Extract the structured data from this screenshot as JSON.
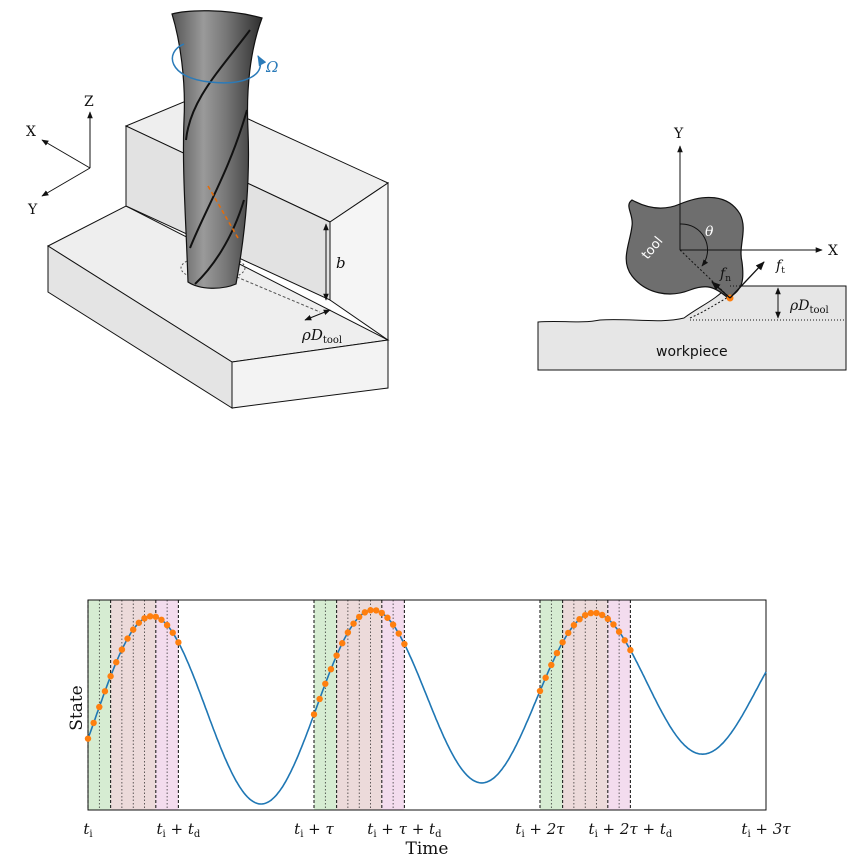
{
  "milling_3d": {
    "axes": {
      "x": "X",
      "y": "Y",
      "z": "Z"
    },
    "rotation_label": "Ω",
    "depth_label": "b",
    "radial_label_main": "ρD",
    "radial_label_sub": "tool"
  },
  "cross_section": {
    "axes": {
      "x": "X",
      "y": "Y"
    },
    "tool_label": "tool",
    "angle_label": "θ",
    "force_normal_main": "f",
    "force_normal_sub": "n",
    "force_tangential_main": "f",
    "force_tangential_sub": "t",
    "radial_label_main": "ρD",
    "radial_label_sub": "tool",
    "workpiece_label": "workpiece"
  },
  "chart_data": {
    "type": "line",
    "xlabel": "Time",
    "ylabel": "State",
    "xlim": [
      0,
      3
    ],
    "x_unit": "τ",
    "t_d_over_tau": 0.4,
    "series": [
      {
        "values_note": "",
        "color": "#1f77b4"
      }
    ],
    "ticks": [
      {
        "x": 0,
        "main": "t",
        "sub": "i",
        "rest": ""
      },
      {
        "x": 0.4,
        "main": "t",
        "sub": "i",
        "rest": " + t",
        "sub2": "d"
      },
      {
        "x": 1,
        "main": "t",
        "sub": "i",
        "rest": " + τ"
      },
      {
        "x": 1.4,
        "main": "t",
        "sub": "i",
        "rest": " + τ + t",
        "sub2": "d"
      },
      {
        "x": 2,
        "main": "t",
        "sub": "i",
        "rest": " + 2τ"
      },
      {
        "x": 2.4,
        "main": "t",
        "sub": "i",
        "rest": " + 2τ + t",
        "sub2": "d"
      },
      {
        "x": 3,
        "main": "t",
        "sub": "i",
        "rest": " + 3τ"
      }
    ],
    "bands": [
      {
        "from": 0.0,
        "to": 0.1,
        "color": "#d6ecd2"
      },
      {
        "from": 0.1,
        "to": 0.3,
        "color": "#ecdada"
      },
      {
        "from": 0.3,
        "to": 0.4,
        "color": "#f3dcee"
      }
    ],
    "curve_color": "#1f77b4",
    "marker_color": "#ff7f0e"
  }
}
